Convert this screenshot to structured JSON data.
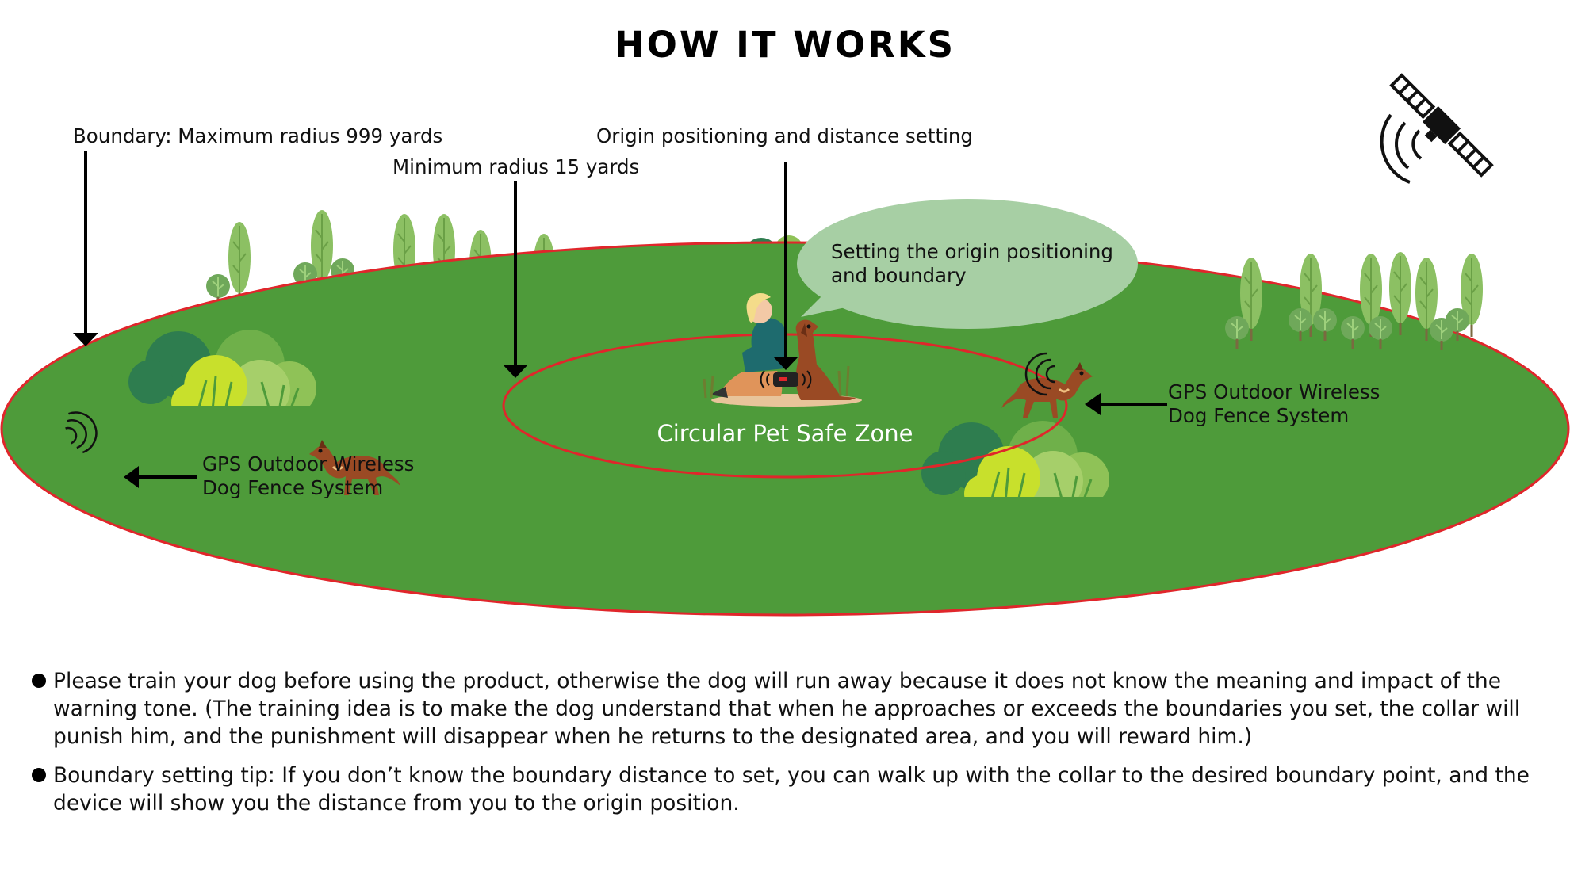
{
  "title": "HOW IT WORKS",
  "labels": {
    "boundary_max": "Boundary: Maximum radius 999 yards",
    "minimum_radius": "Minimum radius 15 yards",
    "origin_setting": "Origin positioning and distance setting",
    "speech_line1": "Setting the origin positioning",
    "speech_line2": "and boundary",
    "safe_zone": "Circular Pet Safe Zone",
    "product_left_line1": "GPS Outdoor Wireless",
    "product_left_line2": "Dog Fence System",
    "product_right_line1": "GPS Outdoor Wireless",
    "product_right_line2": "Dog Fence System"
  },
  "notes": [
    "Please train your dog before using the product, otherwise the dog will run away because it does not know the meaning and impact of the warning tone. (The training idea is to make the dog understand that when he approaches or exceeds the boundaries you set, the collar will punish him, and the punishment will disappear when he returns to the designated area, and you will reward him.)",
    "Boundary setting tip: If you don’t know the boundary distance to set, you can walk up with the collar to the desired boundary point, and the device will show you the distance from you to the origin position."
  ],
  "colors": {
    "field": "#4e9b3a",
    "boundary": "#e0262b",
    "speech_bubble": "#a7cfa4",
    "dog": "#9a4a24",
    "tree": "#8cc063",
    "bush_dark": "#2e7d4f",
    "bush_light": "#c8e02c"
  },
  "icons": [
    "satellite-icon",
    "signal-waves-icon",
    "dog-icon",
    "person-icon",
    "collar-icon",
    "tree-icon",
    "bush-icon"
  ]
}
